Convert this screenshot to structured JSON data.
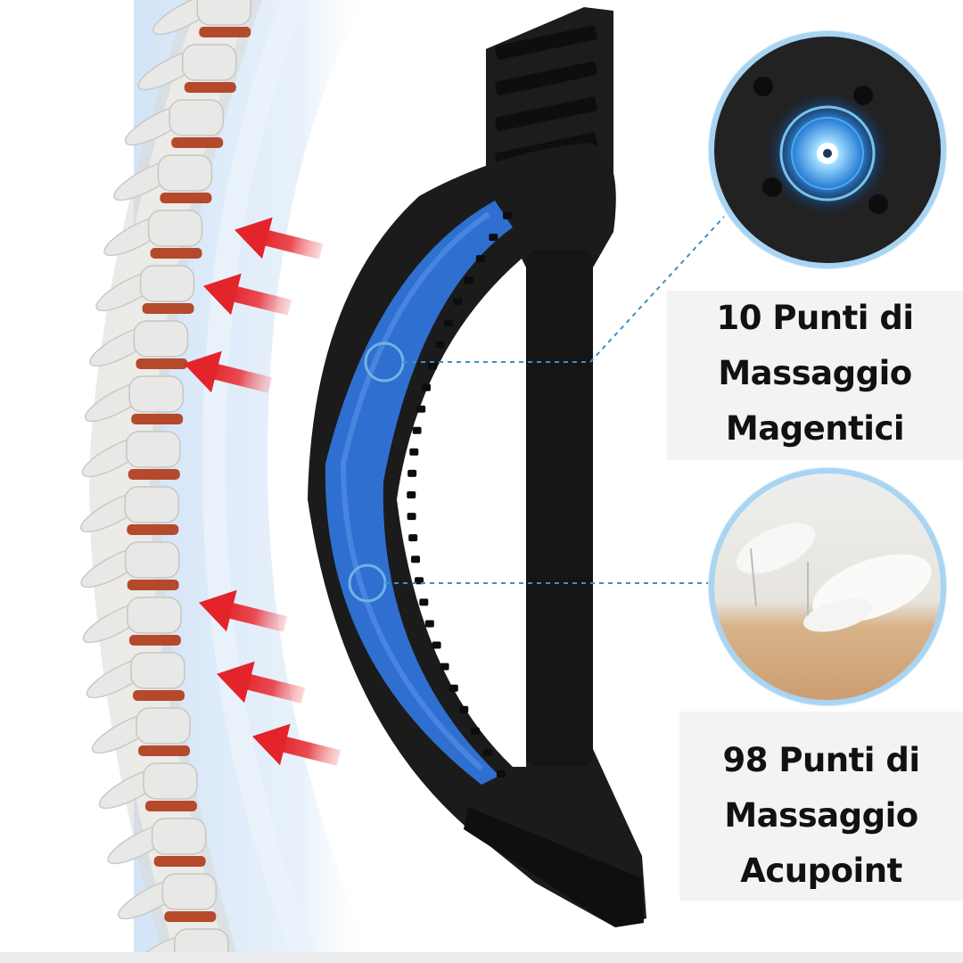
{
  "image": {
    "subject": "back-stretcher-product",
    "colors": {
      "background": "#ffffff",
      "aura": "#cfe2f6",
      "stretcher_body": "#1a1a1a",
      "foam_pad": "#2f6fd0",
      "arrows": "#e3242b",
      "disc": "#b5492c",
      "bone": "#e8e8e6",
      "callout_ring": "#8ec3e8",
      "label_bg": "#f3f3f4",
      "label_text": "#111111"
    },
    "icons": [
      "spine-illustration",
      "back-stretcher",
      "pressure-arrow",
      "magnetic-point-detail",
      "acupoint-detail"
    ]
  },
  "callouts": {
    "magnetic": {
      "line1": "10 Punti di",
      "line2": "Massaggio",
      "line3": "Magentici"
    },
    "acupoint": {
      "line1": "98 Punti di",
      "line2": "Massaggio",
      "line3": "Acupoint"
    }
  }
}
